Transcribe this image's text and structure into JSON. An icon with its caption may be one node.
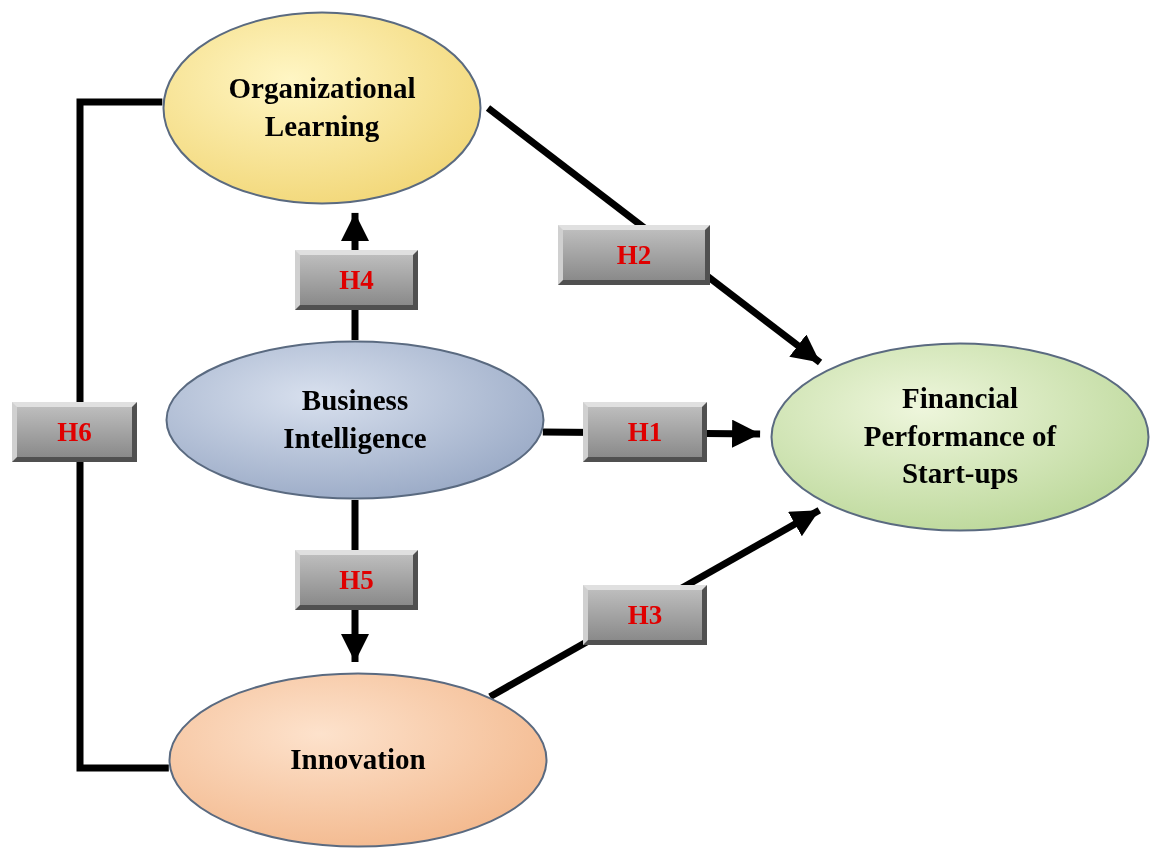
{
  "diagram": {
    "nodes": [
      {
        "text": [
          "Organizational Learning"
        ]
      },
      {
        "text": [
          "Business Intelligence"
        ]
      },
      {
        "text": [
          "Financial Performance of Start-ups"
        ]
      },
      {
        "text": [
          "Innovation"
        ]
      }
    ],
    "edges": [
      {
        "from": 1,
        "to": 2,
        "arrow": "to",
        "label": "H1"
      },
      {
        "from": 0,
        "to": 2,
        "arrow": "to",
        "label": "H2"
      },
      {
        "from": 3,
        "to": 2,
        "arrow": "to",
        "label": "H3"
      },
      {
        "from": 1,
        "to": 0,
        "arrow": "to",
        "label": "H4"
      },
      {
        "from": 1,
        "to": 3,
        "arrow": "to",
        "label": "H5"
      },
      {
        "from": 0,
        "to": 3,
        "arrow": "none",
        "label": "H6"
      }
    ]
  }
}
